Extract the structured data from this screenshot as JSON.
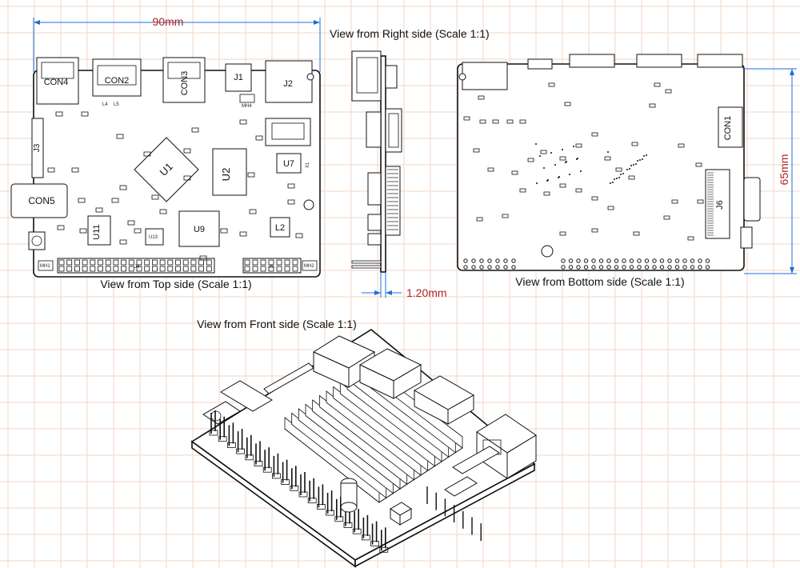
{
  "drawing": {
    "views": {
      "top": "View from Top side (Scale 1:1)",
      "right": "View from Right side (Scale 1:1)",
      "bottom": "View from Bottom side (Scale 1:1)",
      "front": "View from Front side (Scale 1:1)"
    },
    "dimensions": {
      "width": "90mm",
      "height": "65mm",
      "thickness": "1.20mm"
    },
    "top_components": {
      "con4": "CON4",
      "con2": "CON2",
      "con3": "CON3",
      "j1": "J1",
      "j2": "J2",
      "j3": "J3",
      "con5": "CON5",
      "u1": "U1",
      "u2": "U2",
      "u7": "U7",
      "u9": "U9",
      "u11": "U11",
      "u13": "U13",
      "l2": "L2",
      "j4": "J4",
      "j5": "J5",
      "mh1": "MH1",
      "mh2": "MH2",
      "mh4": "MH4",
      "x1": "X1",
      "l4": "L4",
      "l5": "L5"
    },
    "bottom_components": {
      "con1": "CON1",
      "j6": "J6"
    },
    "colors": {
      "dimension_text": "#b22222",
      "dimension_line": "#1e6fd9",
      "grid": "#f2d6c4"
    }
  }
}
